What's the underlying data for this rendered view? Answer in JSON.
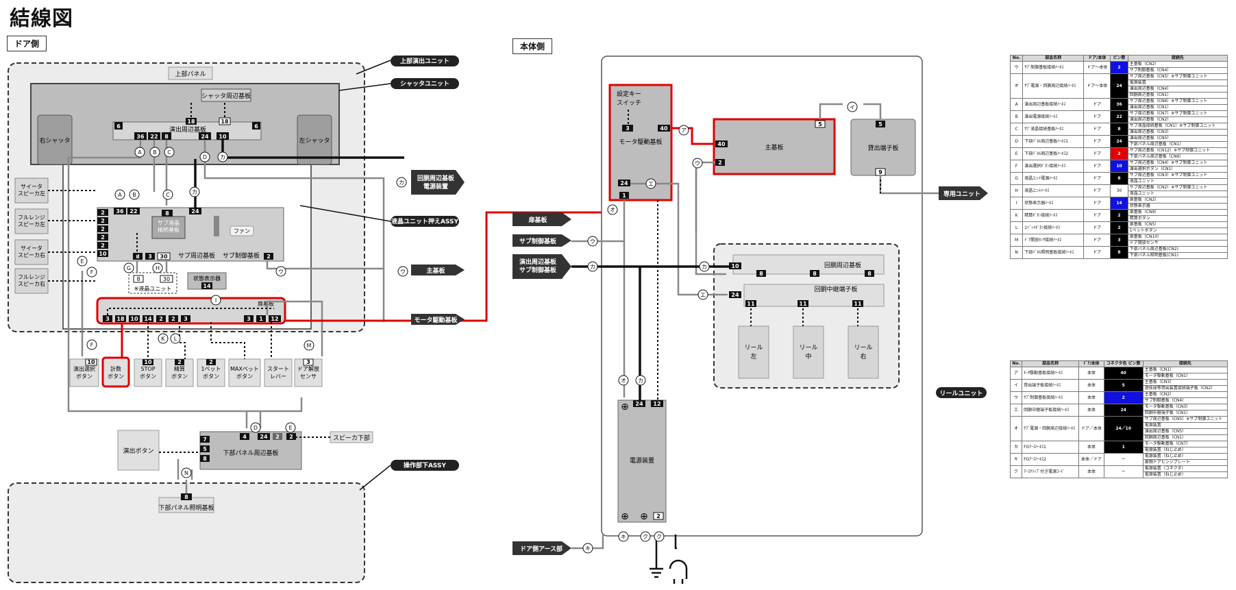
{
  "page": {
    "title": "結線図",
    "door_side": "ドア側",
    "body_side": "本体側"
  },
  "door": {
    "callouts": [
      "上部演出ユニット",
      "シャッタユニット",
      "液晶ユニット押えASSY",
      "操作部下ASSY"
    ],
    "upper_panel": "上部パネル",
    "shutter_board": "シャッタ周辺基板",
    "right_shutter": "右シャッタ",
    "left_shutter": "左シャッタ",
    "effect_board": "演出周辺基板",
    "effect_pins": [
      "36",
      "22",
      "8",
      "24",
      "10"
    ],
    "pin_18a": "18",
    "pin_18b": "18",
    "pin_6a": "6",
    "pin_6b": "6",
    "speakers": [
      "サイータ\nスピーカ左",
      "フルレンジ\nスピーカ左",
      "サイータ\nスピーカ右",
      "フルレンジ\nスピーカ右"
    ],
    "lcd_pins_left": [
      "2",
      "2",
      "2",
      "2",
      "2",
      "10"
    ],
    "lcd_pins_top": [
      "36",
      "22",
      "8",
      "24"
    ],
    "sub_lcd_board": "サブ液晶\n接続基板",
    "fan": "ファン",
    "sub_peri_board": "サブ周辺基板",
    "sub_ctrl_board": "サブ制御基板",
    "lcd_bottom_pins": [
      "8",
      "3",
      "30",
      "2"
    ],
    "lcd_unit_pins": [
      "8",
      "30"
    ],
    "lcd_unit_note": "※液晶ユニット",
    "status_display": "状態表示器",
    "status_pin": "14",
    "door_board": "扉基板",
    "door_board_pins": [
      "3",
      "18",
      "10",
      "14",
      "2",
      "2",
      "3",
      "3",
      "1",
      "12"
    ],
    "buttons": [
      "演出選択\nボタン",
      "計数\nボタン",
      "STOP\nボタン",
      "精算\nボタン",
      "1ベット\nボタン",
      "MAXベット\nボタン",
      "スタート\nレバー",
      "ドア解放\nセンサ"
    ],
    "button_pins": [
      "10",
      "10",
      "2",
      "2",
      "3"
    ],
    "lower_panel_board": "下部パネル周辺基板",
    "lower_pins": [
      "4",
      "24",
      "2",
      "2"
    ],
    "lower_left_pins": [
      "7",
      "5",
      "8"
    ],
    "effect_button": "演出ボタン",
    "speaker_lower": "スピーカ下部",
    "lower_light_board": "下部パネル照明基板",
    "lower_light_pin": "8"
  },
  "links": {
    "reel_power": "回胴周辺基板\n電源装置",
    "main_board": "主基板",
    "motor_board": "モータ駆動基板",
    "door_board_tag": "扉基板",
    "sub_ctrl_tag": "サブ制御基板",
    "effect_sub_tag": "演出周辺基板\nサブ制御基板",
    "dedicated_unit": "専用ユニット",
    "door_earth": "ドア側アース部",
    "reel_unit": "リールユニット"
  },
  "body": {
    "setting_key": "設定キー\nスイッチ",
    "motor_board": "モータ駆動基板",
    "motor_pins": [
      "3",
      "40",
      "24",
      "1"
    ],
    "main_board": "主基板",
    "main_pins": [
      "40",
      "2",
      "5"
    ],
    "payout_board": "貸出端子板",
    "payout_pins": [
      "5",
      "9"
    ],
    "reel_peri_board": "回胴周辺基板",
    "reel_relay_board": "回胴中継端子板",
    "reel_pins_10": "10",
    "reel_pins_24": "24",
    "reel_pins_8": [
      "8",
      "8",
      "8"
    ],
    "reel_pins_11": [
      "11",
      "11",
      "11"
    ],
    "reels": [
      "リール\n左",
      "リール\n中",
      "リール\n右"
    ],
    "power_unit": "電源装置",
    "power_pins": [
      "24",
      "12",
      "2"
    ]
  },
  "markers": [
    "A",
    "B",
    "C",
    "D",
    "E",
    "F",
    "G",
    "H",
    "I",
    "K",
    "L",
    "M",
    "N",
    "ア",
    "イ",
    "ウ",
    "エ",
    "オ",
    "カ",
    "キ",
    "ク"
  ],
  "table1": {
    "headers": [
      "No.",
      "部品名称",
      "ドア/本体",
      "ピン数",
      "接続先"
    ],
    "rows": [
      {
        "no": "ウ",
        "name": "ｻﾌﾞ制御基板接続ﾊｰﾈｽ",
        "side": "ドア～本体",
        "pin": "2",
        "pin_color": "#1010e0",
        "dest": [
          "主基板（CN2）",
          "サブ制御基板（CN4）"
        ]
      },
      {
        "no": "オ",
        "name": "ｻﾌﾞ電源・回胴周辺接続ﾊｰﾈｽ",
        "side": "ドア～本体",
        "pin": "24",
        "pin_color": "#000000",
        "dest": [
          "サブ周辺基板（CN5）※サブ制御ユニット",
          "電源装置",
          "演出周辺基板（CN4）",
          "回胴周辺基板（CN1）"
        ]
      },
      {
        "no": "A",
        "name": "演出周辺基板接続ﾊｰﾈｽ",
        "side": "ドア",
        "pin": "36",
        "pin_color": "#000000",
        "dest": [
          "サブ周辺基板（CN6）※サブ制御ユニット",
          "演出周辺基板（CN1）"
        ]
      },
      {
        "no": "B",
        "name": "演出電源接続ﾊｰﾈｽ",
        "side": "ドア",
        "pin": "22",
        "pin_color": "#000000",
        "dest": [
          "サブ周辺基板（CN7）※サブ制御ユニット",
          "演出周辺基板（CN2）"
        ]
      },
      {
        "no": "C",
        "name": "ｻﾌﾞ液晶接続基板ﾊｰﾈｽ",
        "side": "ドア",
        "pin": "8",
        "pin_color": "#000000",
        "dest": [
          "サブ液晶接続基板（CN1）※サブ制御ユニット",
          "演出周辺基板（CN3）"
        ]
      },
      {
        "no": "D",
        "name": "下部ﾊﾟﾈﾙ周辺基板ﾊｰﾈｽ1",
        "side": "ドア",
        "pin": "24",
        "pin_color": "#000000",
        "dest": [
          "演出周辺基板（CN5）",
          "下部パネル周辺基板（CN1）"
        ]
      },
      {
        "no": "E",
        "name": "下部ﾊﾟﾈﾙ周辺基板ﾊｰﾈｽ2",
        "side": "ドア",
        "pin": "2",
        "pin_color": "#e00000",
        "dest": [
          "サブ周辺基板（CN12）※サブ制御ユニット",
          "下部パネル周辺基板（CN6）"
        ]
      },
      {
        "no": "F",
        "name": "演出選択ﾎﾞﾀﾝ接続ﾊｰﾈｽ",
        "side": "ドア",
        "pin": "10",
        "pin_color": "#1010e0",
        "dest": [
          "サブ周辺基板（CN4）※サブ制御ユニット",
          "演出選択ボタン（CN1）"
        ]
      },
      {
        "no": "G",
        "name": "液晶ﾕﾆｯﾄ電源ﾊｰﾈｽ",
        "side": "ドア",
        "pin": "8",
        "pin_color": "#000000",
        "dest": [
          "サブ周辺基板（CN3）※サブ制御ユニット",
          "液晶ユニット"
        ]
      },
      {
        "no": "H",
        "name": "液晶ﾕﾆｯﾄﾊｰﾈｽ",
        "side": "ドア",
        "pin": "30",
        "pin_color": "#ffffff",
        "dest": [
          "サブ周辺基板（CN2）※サブ制御ユニット",
          "液晶ユニット"
        ]
      },
      {
        "no": "I",
        "name": "状態表示器ﾊｰﾈｽ",
        "side": "ドア",
        "pin": "14",
        "pin_color": "#1010e0",
        "dest": [
          "扉基板（CN2）",
          "状態表示器"
        ]
      },
      {
        "no": "K",
        "name": "精算ﾎﾞﾀﾝ接続ﾊｰﾈｽ",
        "side": "ドア",
        "pin": "2",
        "pin_color": "#000000",
        "dest": [
          "扉基板（CN9）",
          "精算ボタン"
        ]
      },
      {
        "no": "L",
        "name": "1ﾍﾞｯﾄﾎﾞﾀﾝ接続ﾊｰﾈｽ",
        "side": "ドア",
        "pin": "2",
        "pin_color": "#000000",
        "dest": [
          "扉基板（CN5）",
          "1ベットボタン"
        ]
      },
      {
        "no": "M",
        "name": "ﾄﾞｱ開放ｾﾝｻ接続ﾊｰﾈｽ",
        "side": "ドア",
        "pin": "3",
        "pin_color": "#000000",
        "dest": [
          "扉基板（CN10）",
          "ドア開放センサ"
        ]
      },
      {
        "no": "N",
        "name": "下部ﾊﾟﾈﾙ照明基板接続ﾊｰﾈｽ",
        "side": "ドア",
        "pin": "8",
        "pin_color": "#000000",
        "dest": [
          "下部パネル周辺基板(CN2)",
          "下部パネル照明基板(CN1)"
        ]
      }
    ]
  },
  "table2": {
    "headers": [
      "No.",
      "部品名称",
      "ﾄﾞｱ/本体",
      "コネクタ色\nピン数",
      "接続先"
    ],
    "rows": [
      {
        "no": "ア",
        "name": "ﾓｰﾀ駆動基板接続ﾊｰﾈｽ",
        "side": "本体",
        "pin": "40",
        "pin_color": "#000000",
        "dest": [
          "主基板（CN1）",
          "モータ駆動基板（CN1）"
        ]
      },
      {
        "no": "イ",
        "name": "貸出端子板接続ﾊｰﾈｽ",
        "side": "本体",
        "pin": "5",
        "pin_color": "#000000",
        "dest": [
          "主基板（CN3）",
          "遊技球等貸出装置接続端子板（CN2）"
        ]
      },
      {
        "no": "ウ",
        "name": "ｻﾌﾞ制御基板接続ﾊｰﾈｽ",
        "side": "本体",
        "pin": "2",
        "pin_color": "#1010e0",
        "dest": [
          "主基板（CN2）",
          "サブ制御基板（CN4）"
        ]
      },
      {
        "no": "エ",
        "name": "回胴中継端子板接続ﾊｰﾈｽ",
        "side": "本体",
        "pin": "24",
        "pin_color": "#000000",
        "dest": [
          "モータ駆動基板（CN3）",
          "回胴中継端子板（CN1）"
        ]
      },
      {
        "no": "オ",
        "name": "ｻﾌﾞ電源・回胴周辺接続ﾊｰﾈｽ",
        "side": "ドア／本体",
        "pin": "24／10",
        "pin_color": "#000000",
        "dest": [
          "サブ周辺基板（CN5）※サブ制御ユニット",
          "電源装置",
          "演出周辺基板（CN5）",
          "回胴周辺基板（CN1）"
        ]
      },
      {
        "no": "カ",
        "name": "FGｱｰｽﾊｰﾈｽ1",
        "side": "本体",
        "pin": "1",
        "pin_color": "#000000",
        "dest": [
          "モータ駆動基板（CN7）",
          "電源装置（ねじ止め）"
        ]
      },
      {
        "no": "キ",
        "name": "FGｱｰｽﾊｰﾈｽ2",
        "side": "本体／ドア",
        "pin": "ー",
        "pin_color": "#ffffff",
        "dest": [
          "電源装置（ねじ止め）",
          "扉側ドアヒンジプレート"
        ]
      },
      {
        "no": "ク",
        "name": "ｱｰｽｸﾘｯﾌﾟ付き電源ｺｰﾄﾞ",
        "side": "本体",
        "pin": "ー",
        "pin_color": "#ffffff",
        "dest": [
          "電源装置（コネクタ）",
          "電源装置（ねじ止め）"
        ]
      }
    ]
  }
}
